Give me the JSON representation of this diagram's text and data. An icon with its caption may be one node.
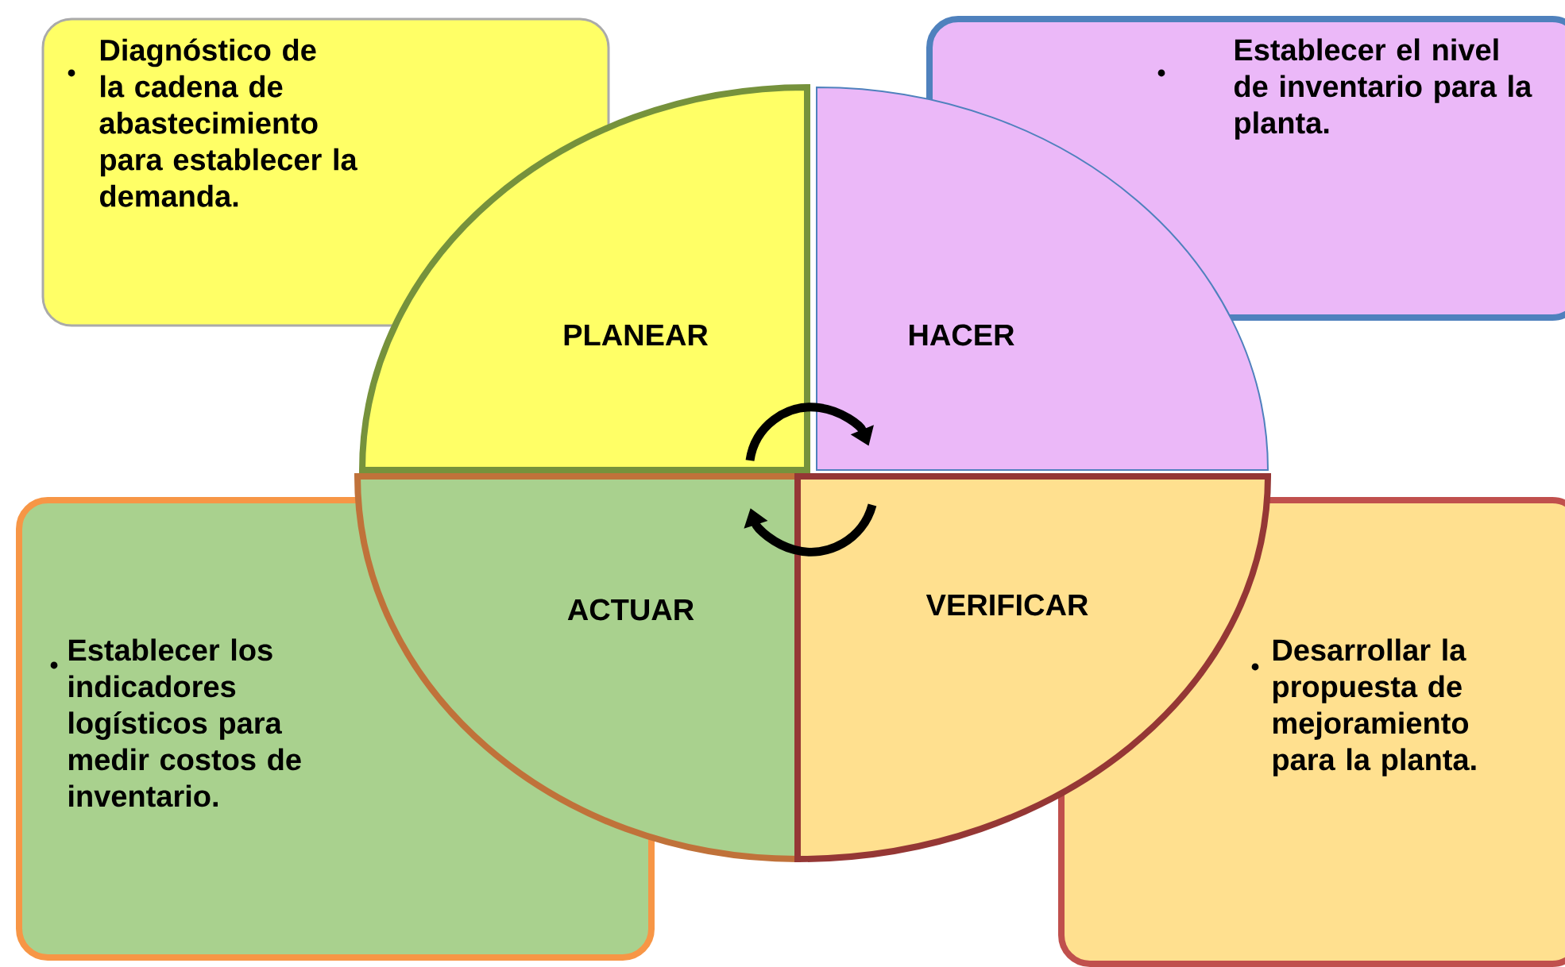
{
  "diagram": {
    "nodes": [
      {
        "text": [
          "Diagnóstico de la cadena de abastecimiento para establecer la demanda."
        ]
      },
      {
        "text": [
          "Establecer el nivel de inventario para la planta."
        ]
      },
      {
        "text": [
          "PLANEAR"
        ]
      },
      {
        "text": [
          "HACER"
        ]
      },
      {
        "text": [
          "ACTUAR"
        ]
      },
      {
        "text": [
          "VERIFICAR"
        ]
      },
      {
        "text": [
          "Establecer los indicadores logísticos para medir costos de inventario."
        ]
      },
      {
        "text": [
          "Desarrollar la propuesta de mejoramiento para la planta."
        ]
      }
    ],
    "edges": [
      {
        "from": 2,
        "to": 3,
        "arrow": "to"
      },
      {
        "from": 5,
        "to": 4,
        "arrow": "to"
      }
    ]
  }
}
